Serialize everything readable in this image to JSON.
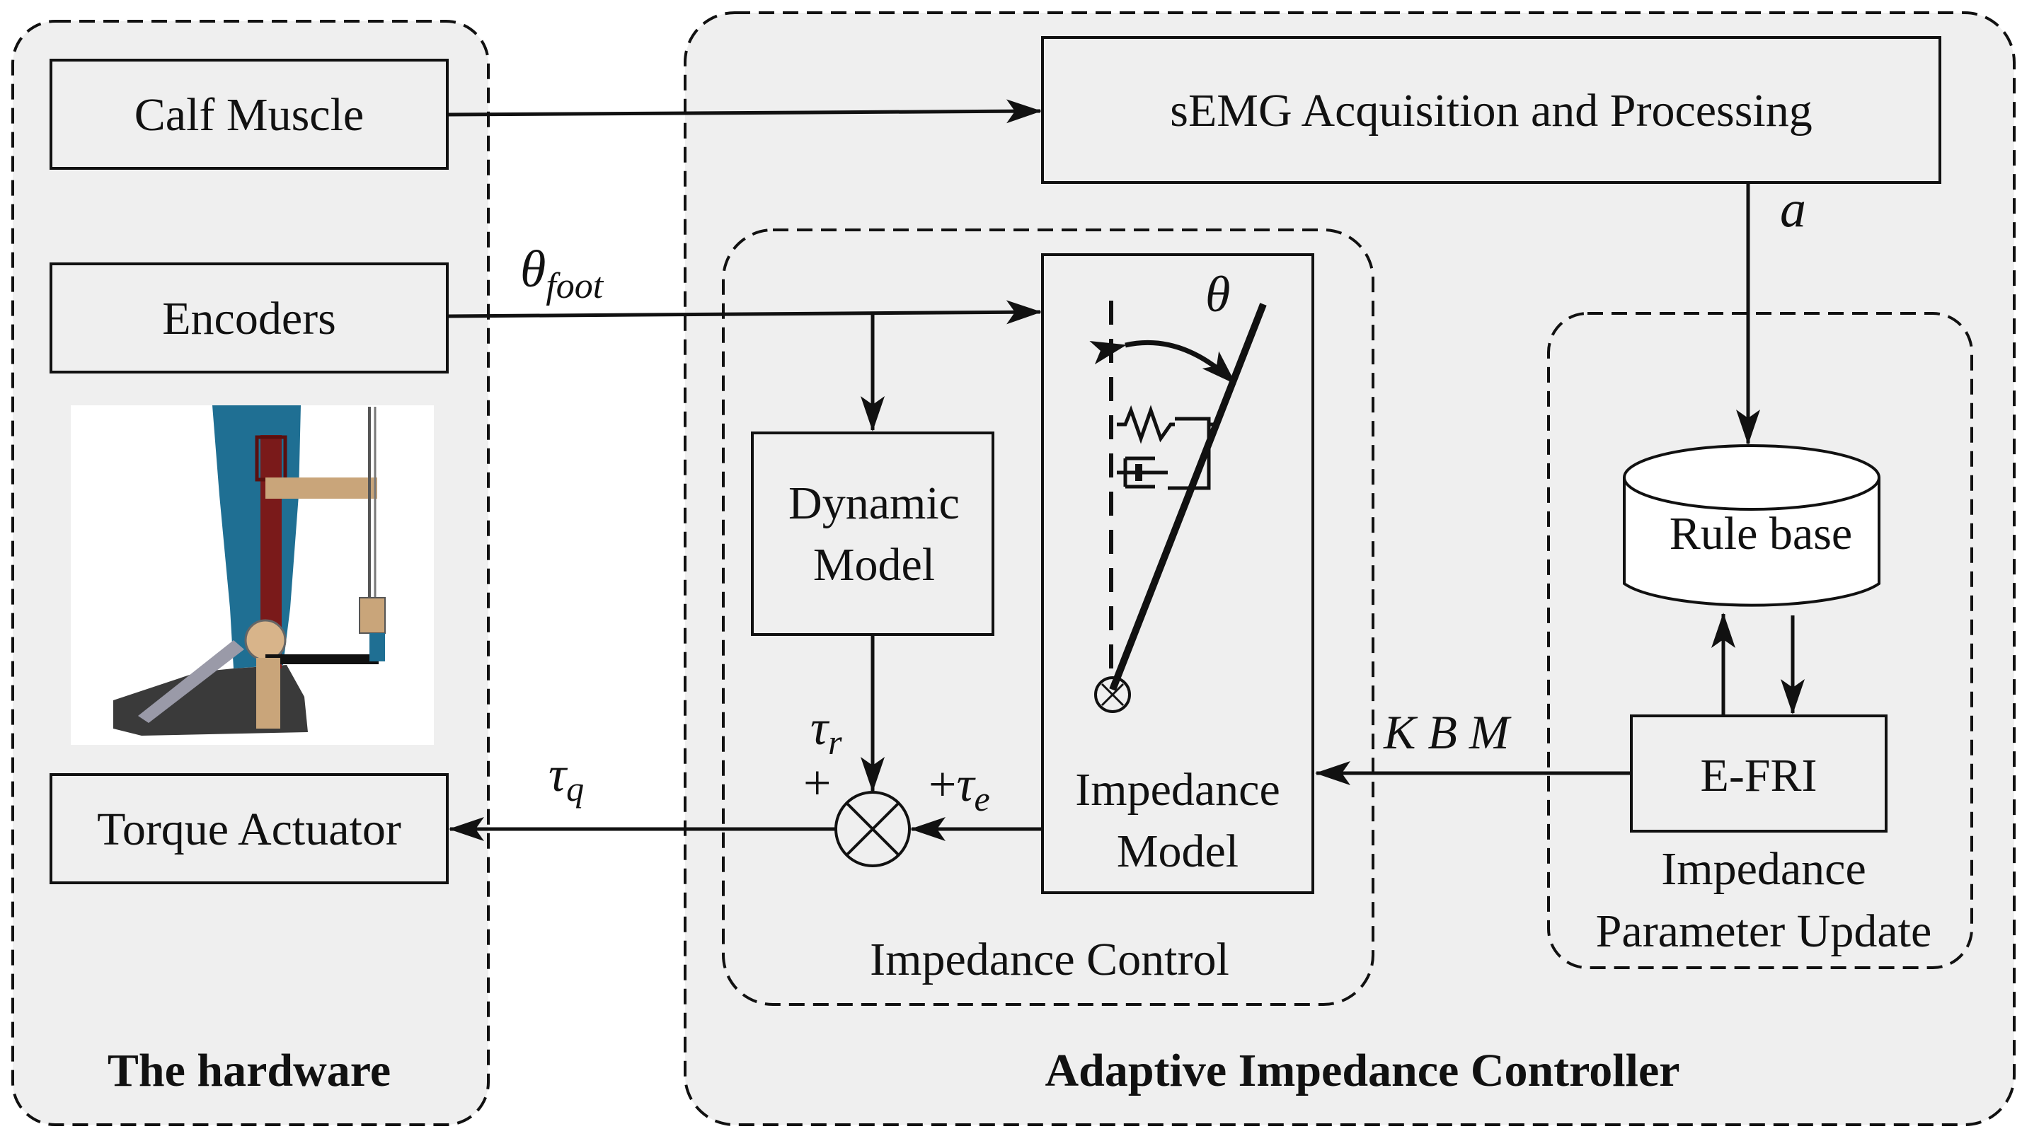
{
  "colors": {
    "panel_fill": "#efefef",
    "box_fill": "#efefef",
    "stroke": "#111111",
    "shin_blue": "#1f6f93",
    "strut_red": "#7a1a1a",
    "bracket_tan": "#c9a57a",
    "foot_grey": "#3a3a3a"
  },
  "hardware": {
    "title": "The hardware",
    "calf_muscle": "Calf Muscle",
    "encoders": "Encoders",
    "torque_actuator": "Torque Actuator"
  },
  "controller": {
    "title": "Adaptive Impedance Controller",
    "semg": "sEMG Acquisition and Processing",
    "impedance_control": {
      "title": "Impedance Control",
      "dynamic_model": [
        "Dynamic",
        "Model"
      ],
      "impedance_model": [
        "Impedance",
        "Model"
      ],
      "theta": "θ"
    },
    "parameter_update": {
      "title": [
        "Impedance",
        "Parameter Update"
      ],
      "rule_base": "Rule base",
      "efri": "E-FRI"
    }
  },
  "signals": {
    "theta_foot": {
      "sym": "θ",
      "sub": "foot"
    },
    "a": "a",
    "kbm": "K B M",
    "tau_r": {
      "sym": "τ",
      "sub": "r",
      "sign": "+"
    },
    "tau_e": {
      "sign": "+",
      "sym": "τ",
      "sub": "e"
    },
    "tau_q": {
      "sym": "τ",
      "sub": "q"
    }
  }
}
